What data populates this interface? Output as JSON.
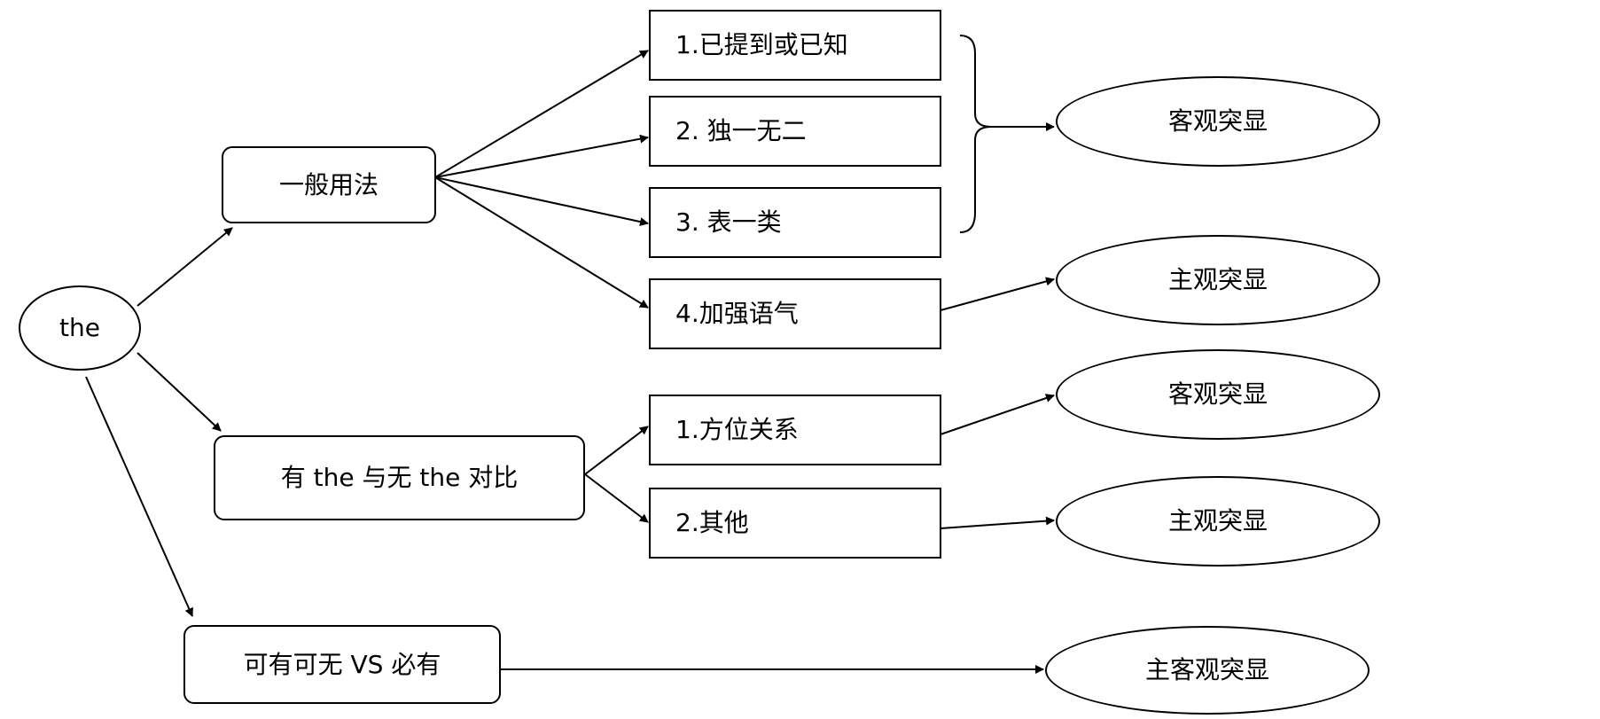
{
  "diagram": {
    "root": {
      "label": "the"
    },
    "categories": [
      {
        "id": "general",
        "label": "一般用法"
      },
      {
        "id": "contrast",
        "label": "有 the 与无 the 对比"
      },
      {
        "id": "optional",
        "label": "可有可无 VS 必有"
      }
    ],
    "usages": [
      {
        "id": "u1",
        "label": "1.已提到或已知"
      },
      {
        "id": "u2",
        "label": "2. 独一无二"
      },
      {
        "id": "u3",
        "label": "3. 表一类"
      },
      {
        "id": "u4",
        "label": "4.加强语气"
      },
      {
        "id": "u5",
        "label": "1.方位关系"
      },
      {
        "id": "u6",
        "label": "2.其他"
      }
    ],
    "outcomes": [
      {
        "id": "o1",
        "label": "客观突显"
      },
      {
        "id": "o2",
        "label": "主观突显"
      },
      {
        "id": "o3",
        "label": "客观突显"
      },
      {
        "id": "o4",
        "label": "主观突显"
      },
      {
        "id": "o5",
        "label": "主客观突显"
      }
    ]
  }
}
